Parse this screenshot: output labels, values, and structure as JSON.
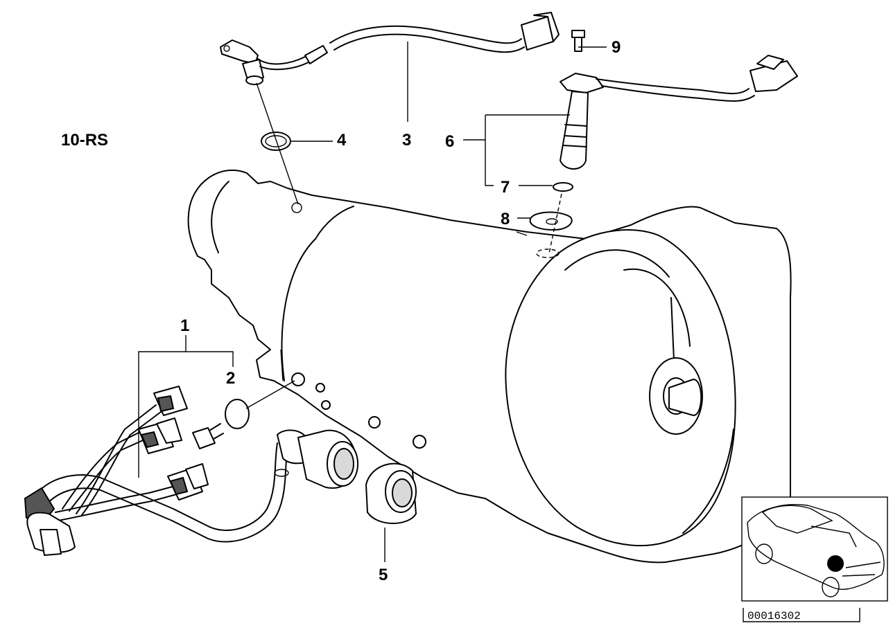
{
  "diagram_code": "10-RS",
  "part_labels": {
    "p1": "1",
    "p2": "2",
    "p3": "3",
    "p4": "4",
    "p5": "5",
    "p6": "6",
    "p7": "7",
    "p8": "8",
    "p9": "9"
  },
  "image_number": "00016302"
}
